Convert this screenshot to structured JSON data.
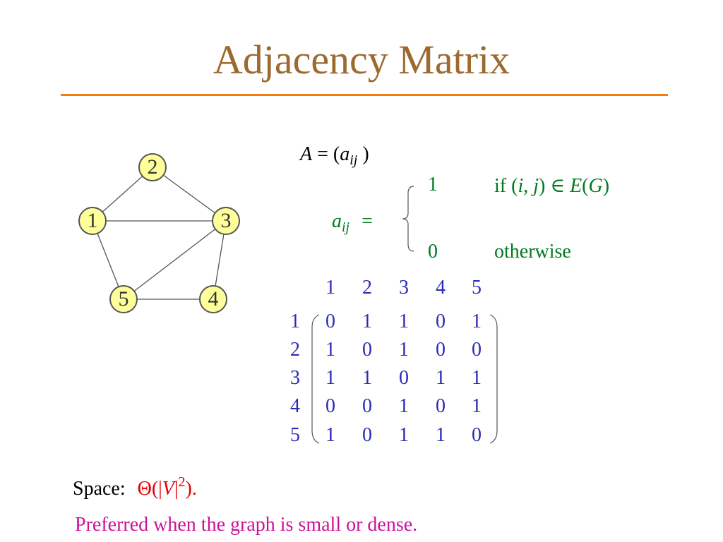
{
  "title": "Adjacency Matrix",
  "graph": {
    "nodes": [
      "1",
      "2",
      "3",
      "4",
      "5"
    ],
    "edges": [
      [
        "1",
        "2"
      ],
      [
        "2",
        "3"
      ],
      [
        "1",
        "3"
      ],
      [
        "1",
        "5"
      ],
      [
        "3",
        "5"
      ],
      [
        "3",
        "4"
      ],
      [
        "4",
        "5"
      ]
    ]
  },
  "formula": {
    "def_A": "A",
    "def_eq": " = (",
    "def_a": "a",
    "def_ij": "ij",
    "def_close": " )",
    "aij_a": "a",
    "aij_ij": "ij",
    "aij_eq": "=",
    "case1_val": "1",
    "case1_cond_if": "if (",
    "case1_cond_i": "i",
    "case1_cond_comma": ", ",
    "case1_cond_j": "j",
    "case1_cond_mid": ") ∈ ",
    "case1_cond_E": "E",
    "case1_cond_open": "(",
    "case1_cond_G": "G",
    "case1_cond_close": ")",
    "case0_val": "0",
    "case0_cond": "otherwise"
  },
  "matrix": {
    "col_headers": [
      "1",
      "2",
      "3",
      "4",
      "5"
    ],
    "row_headers": [
      "1",
      "2",
      "3",
      "4",
      "5"
    ],
    "rows": [
      [
        "0",
        "1",
        "1",
        "0",
        "1"
      ],
      [
        "1",
        "0",
        "1",
        "0",
        "0"
      ],
      [
        "1",
        "1",
        "0",
        "1",
        "1"
      ],
      [
        "0",
        "0",
        "1",
        "0",
        "1"
      ],
      [
        "1",
        "0",
        "1",
        "1",
        "0"
      ]
    ]
  },
  "space": {
    "label": "Space:",
    "theta": "Θ(|",
    "V": "V",
    "bar": "|",
    "exp": "2",
    "close": ")."
  },
  "note": "Preferred when the graph is small or dense."
}
